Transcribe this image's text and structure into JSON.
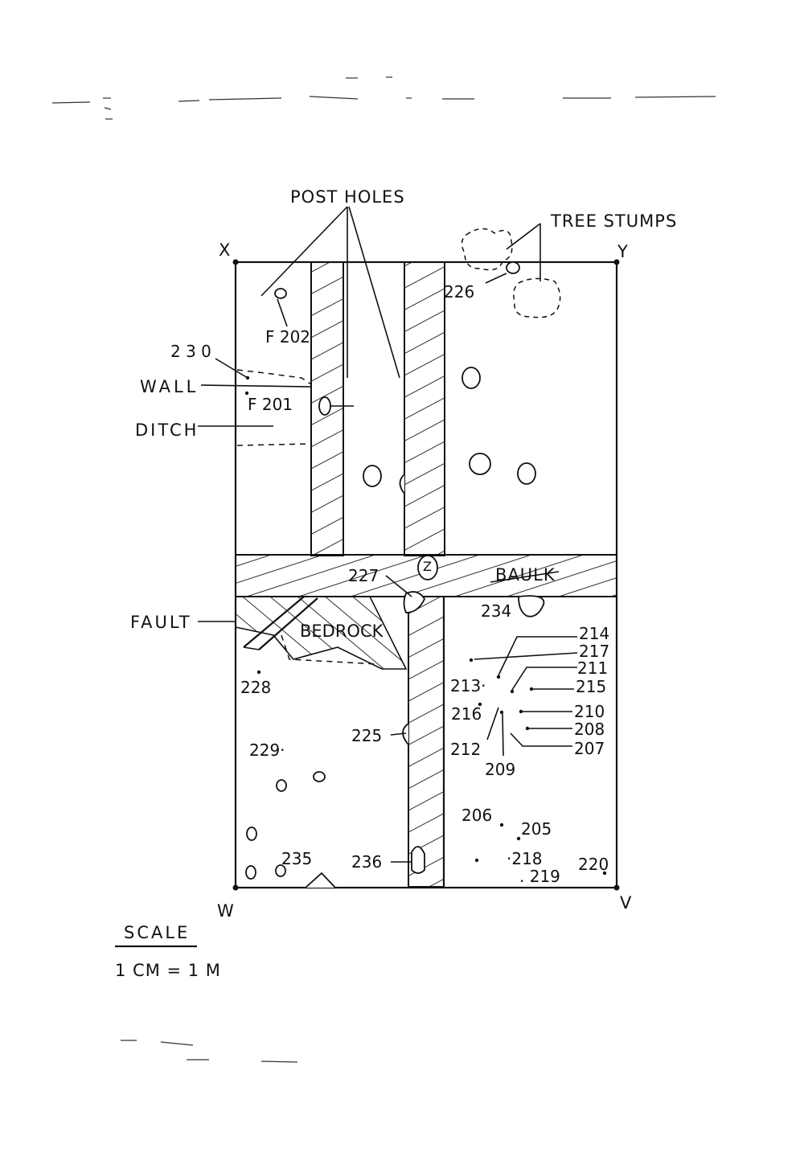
{
  "corners": {
    "x": "X",
    "y": "Y",
    "w": "W",
    "v": "V"
  },
  "labels": {
    "post_holes": "POST HOLES",
    "tree_stumps": "TREE  STUMPS",
    "wall": "WALL",
    "ditch": "DITCH",
    "fault": "FAULT",
    "bedrock": "BEDROCK",
    "baulk": "BAULK",
    "z": "Z"
  },
  "features": {
    "f202": "F 202",
    "f201": "F 201",
    "n230": "2 3 0",
    "n226": "226",
    "n227": "227",
    "n234": "234",
    "n228": "228",
    "n229": "229·",
    "n225": "225",
    "n235": "235",
    "n236": "236",
    "n214": "214",
    "n217": "217",
    "n211": "211",
    "n215": "215",
    "n213": "213·",
    "n216": "216",
    "n210": "210",
    "n208": "208",
    "n207": "207",
    "n212": "212",
    "n209": "209",
    "n206": "206",
    "n205": "205",
    "n218": "·218",
    "n219": ". 219",
    "n220": "220"
  },
  "scale": {
    "title": "SCALE",
    "value": "1 CM  =  1 M"
  }
}
